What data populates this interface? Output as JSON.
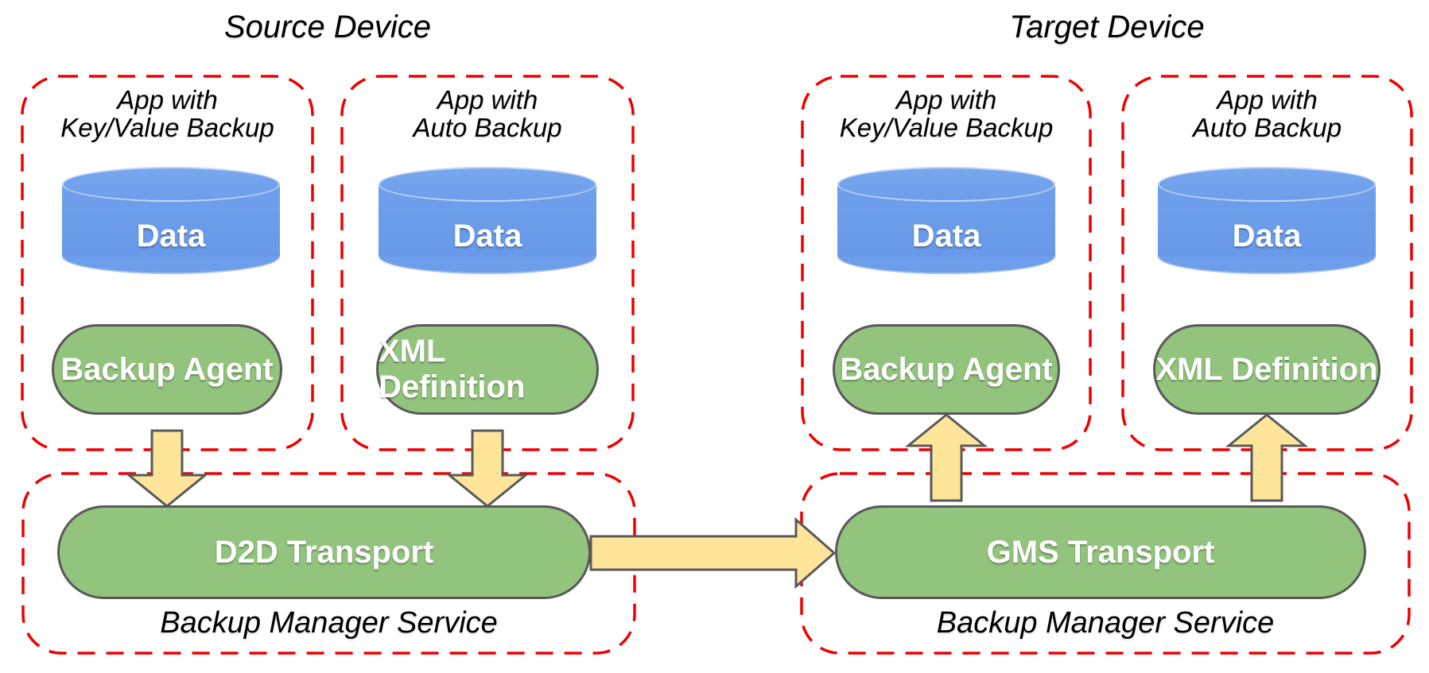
{
  "diagram": {
    "source_device": {
      "title": "Source Device",
      "apps": [
        {
          "title_line1": "App with",
          "title_line2": "Key/Value Backup",
          "data_label": "Data",
          "component_label": "Backup Agent"
        },
        {
          "title_line1": "App with",
          "title_line2": "Auto Backup",
          "data_label": "Data",
          "component_label": "XML Definition"
        }
      ],
      "backup_manager": {
        "transport_label": "D2D Transport",
        "service_label": "Backup Manager Service"
      }
    },
    "target_device": {
      "title": "Target Device",
      "apps": [
        {
          "title_line1": "App with",
          "title_line2": "Key/Value Backup",
          "data_label": "Data",
          "component_label": "Backup Agent"
        },
        {
          "title_line1": "App with",
          "title_line2": "Auto Backup",
          "data_label": "Data",
          "component_label": "XML Definition"
        }
      ],
      "backup_manager": {
        "transport_label": "GMS Transport",
        "service_label": "Backup Manager Service"
      }
    },
    "colors": {
      "dashed_border_red": "#ee0000",
      "shape_green": "#93c47d",
      "shape_border_gray": "#595959",
      "cylinder_blue": "#6d9eeb",
      "arrow_yellow": "#ffe599",
      "label_black": "#000000",
      "shape_text_white": "#ffffff"
    }
  }
}
